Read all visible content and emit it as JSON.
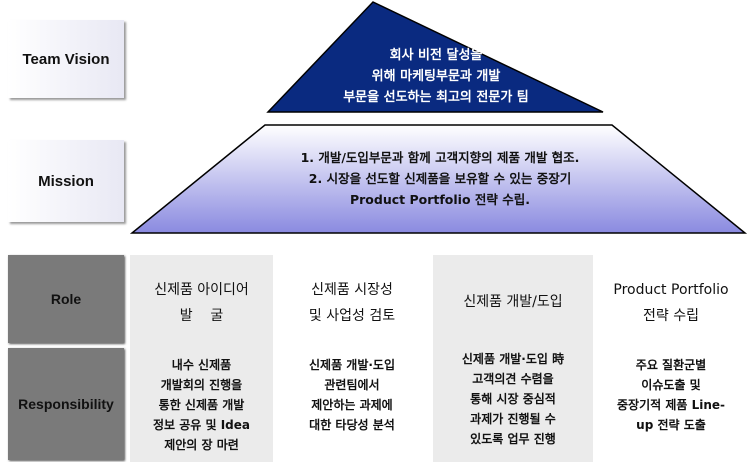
{
  "labels": {
    "vision": "Team Vision",
    "mission": "Mission",
    "role": "Role",
    "responsibility": "Responsibility"
  },
  "vision": {
    "lines": [
      "회사 비전 달성을",
      "위해 마케팅부문과 개발",
      "부문을 선도하는 최고의 전문가 팀"
    ]
  },
  "mission": {
    "lines": [
      "1. 개발/도입부문과 함께 고객지향의 제품 개발 협조.",
      "2. 시장을 선도할 신제품을 보유할 수 있는 중장기",
      "Product Portfolio 전략 수립."
    ]
  },
  "columns": [
    {
      "role": [
        "신제품 아이디어",
        "발    굴"
      ],
      "resp": [
        "내수 신제품",
        "개발회의 진행을",
        "통한 신제품 개발",
        "정보 공유 및 Idea",
        "제안의 장 마련"
      ]
    },
    {
      "role": [
        "신제품 시장성",
        "및 사업성 검토"
      ],
      "resp": [
        "신제품 개발·도입",
        "관련팀에서",
        "제안하는 과제에",
        "대한 타당성 분석"
      ]
    },
    {
      "role": [
        "신제품 개발/도입"
      ],
      "resp": [
        "신제품 개발·도입 時",
        "고객의견 수렴을",
        "통해 시장 중심적",
        "과제가 진행될 수",
        "있도록 업무 진행"
      ]
    },
    {
      "role": [
        "Product Portfolio",
        "전략 수립"
      ],
      "resp": [
        "주요 질환군별",
        "이슈도출 및",
        "중장기적 제품 Line-",
        "up 전략 도출"
      ]
    }
  ],
  "colors": {
    "vision": "#0a2a80",
    "mission_top": "#ffffff",
    "mission_bottom": "#8a8ae0"
  }
}
